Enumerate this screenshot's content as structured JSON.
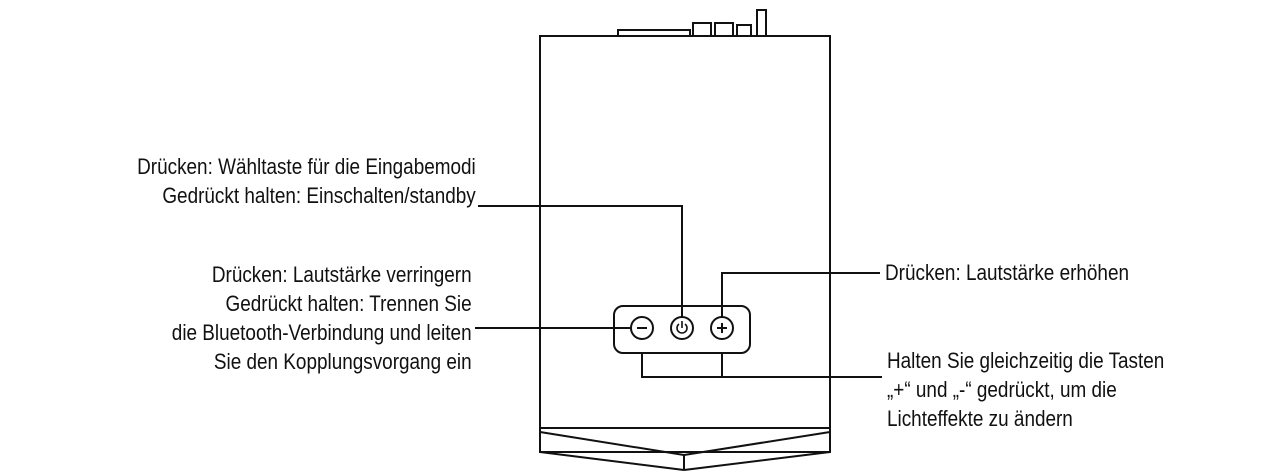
{
  "callouts": {
    "mode": {
      "line1": "Drücken: Wähltaste für die Eingabemodi",
      "line2": "Gedrückt halten: Einschalten/standby"
    },
    "volume_down": {
      "line1": "Drücken: Lautstärke verringern",
      "line2": "Gedrückt halten: Trennen Sie",
      "line3": "die Bluetooth-Verbindung und leiten",
      "line4": "Sie den Kopplungsvorgang ein"
    },
    "volume_up": {
      "line1": "Drücken: Lautstärke erhöhen"
    },
    "both": {
      "line1": "Halten Sie gleichzeitig die Tasten",
      "line2": "„+“ und „-“ gedrückt, um die",
      "line3": "Lichteffekte zu ändern"
    }
  },
  "buttons": {
    "minus_symbol": "−",
    "plus_symbol": "+",
    "power_icon": "power-icon"
  },
  "colors": {
    "line": "#111111",
    "background": "#ffffff"
  }
}
